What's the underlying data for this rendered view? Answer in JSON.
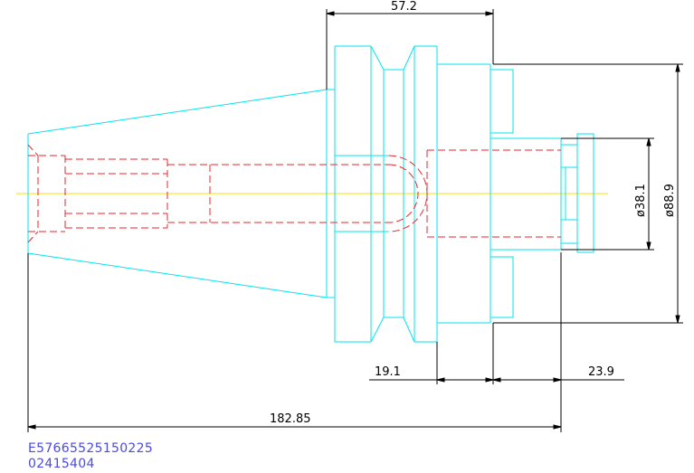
{
  "colors": {
    "outline": "#00e5ee",
    "hidden": "#e8262d",
    "centerline": "#f3e600",
    "dimension": "#000000",
    "code_text": "#4a4ae8"
  },
  "dimensions": {
    "top_width": "57.2",
    "diameter_large": "ø88.9",
    "diameter_small": "ø38.1",
    "flange_width": "19.1",
    "right_length": "23.9",
    "overall_length": "182.85"
  },
  "code": {
    "line1": "E57665525150225",
    "line2": "02415404"
  }
}
